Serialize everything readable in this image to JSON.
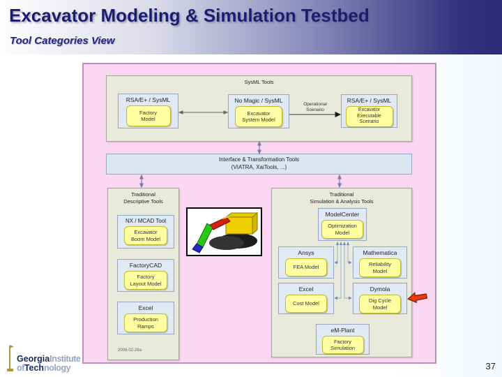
{
  "header": {
    "title": "Excavator Modeling & Simulation Testbed",
    "subtitle": "Tool Categories View"
  },
  "footer": {
    "page_number": "37"
  },
  "logo": {
    "georgia": "Georgia",
    "institute": "Institute",
    "of": "of",
    "tech": "Tech",
    "nology": "nology"
  },
  "colors": {
    "header_dark_blue": "#31317d",
    "title_navy": "#1c1c70",
    "diagram_pink_bg": "#fbd7f4",
    "container_beige": "#e9e9dc",
    "tool_box_blue": "#e0e9f4",
    "model_yellow": "#ffffa2",
    "annotation_red_arrow": "#e83a0e"
  },
  "diagram": {
    "sysml": {
      "label": "SysML Tools",
      "tools": [
        {
          "name": "RSA/E+ / SysML",
          "model": "Factory\nModel"
        },
        {
          "name": "No Magic / SysML",
          "model": "Excavator\nSystem Model"
        },
        {
          "name": "RSA/E+ / SysML",
          "model": "Excavator\nExecutable\nScenario"
        }
      ],
      "edge_label": "Operational\nScenario"
    },
    "interface": {
      "line1": "Interface & Transformation Tools",
      "line2": "(VIATRA, XaiTools, ...)"
    },
    "descriptive": {
      "label": "Traditional\nDescriptive Tools",
      "tools": [
        {
          "name": "NX / MCAD Tool",
          "model": "Excavator\nBoom Model"
        },
        {
          "name": "FactoryCAD",
          "model": "Factory\nLayout Model"
        },
        {
          "name": "Excel",
          "model": "Production\nRamps"
        }
      ],
      "date_code": "2006-02-26a"
    },
    "simulation": {
      "label": "Traditional\nSimulation & Analysis Tools",
      "tools": [
        {
          "name": "ModelCenter",
          "model": "Optimization\nModel"
        },
        {
          "name": "Ansys",
          "model": "FEA Model"
        },
        {
          "name": "Mathematica",
          "model": "Reliability\nModel"
        },
        {
          "name": "Excel",
          "model": "Cost Model"
        },
        {
          "name": "Dymola",
          "model": "Dig Cycle\nModel"
        },
        {
          "name": "eM-Plant",
          "model": "Factory\nSimulation"
        }
      ]
    }
  }
}
